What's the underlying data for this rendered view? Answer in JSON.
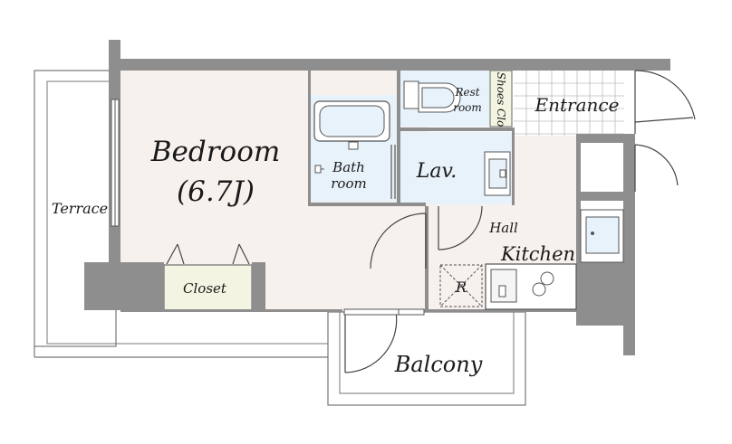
{
  "floorplan": {
    "rooms": {
      "bedroom": "Bedroom",
      "bedroom_size": "(6.7J)",
      "bath": "Bath",
      "bath_room": "room",
      "lav": "Lav.",
      "rest": "Rest",
      "rest_room": "room",
      "shoes": "Shoes Clo",
      "entrance": "Entrance",
      "hall": "Hall",
      "kitchen": "Kitchen",
      "closet": "Closet",
      "terrace": "Terrace",
      "balcony": "Balcony",
      "fridge": "R"
    },
    "colors": {
      "wall": "#8e8e8e",
      "bedroom_floor": "#f7f1ee",
      "wet_area": "#e8f2fb",
      "closet": "#f4f4e2",
      "entrance_tile": "#ffffff"
    }
  }
}
